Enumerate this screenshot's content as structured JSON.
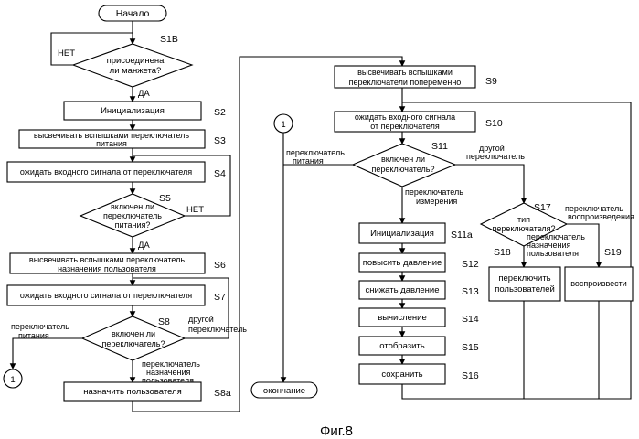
{
  "start": "Начало",
  "end": "окончание",
  "connector": "1",
  "caption": "Фиг.8",
  "yes": "ДА",
  "no": "НЕТ",
  "steps": {
    "s1b": {
      "id": "S1B",
      "text": [
        "присоединена",
        "ли манжета?"
      ]
    },
    "s2": {
      "id": "S2",
      "text": "Инициализация"
    },
    "s3": {
      "id": "S3",
      "text": [
        "высвечивать вспышками переключатель",
        "питания"
      ]
    },
    "s4": {
      "id": "S4",
      "text": "ожидать входного сигнала от переключателя"
    },
    "s5": {
      "id": "S5",
      "text": [
        "включен ли",
        "переключатель",
        "питания?"
      ]
    },
    "s6": {
      "id": "S6",
      "text": [
        "высвечивать вспышками переключатель",
        "назначения пользователя"
      ]
    },
    "s7": {
      "id": "S7",
      "text": "ожидать входного сигнала от переключателя"
    },
    "s8": {
      "id": "S8",
      "text": [
        "включен ли",
        "переключатель?"
      ]
    },
    "s8a": {
      "id": "S8a",
      "text": "назначить пользователя"
    },
    "s9": {
      "id": "S9",
      "text": [
        "высвечивать вспышками",
        "переключатели попеременно"
      ]
    },
    "s10": {
      "id": "S10",
      "text": [
        "ожидать входного сигнала",
        "от переключателя"
      ]
    },
    "s11": {
      "id": "S11",
      "text": [
        "включен ли",
        "переключатель?"
      ]
    },
    "s11a": {
      "id": "S11a",
      "text": "Инициализация"
    },
    "s12": {
      "id": "S12",
      "text": "повысить давление"
    },
    "s13": {
      "id": "S13",
      "text": "снижать давление"
    },
    "s14": {
      "id": "S14",
      "text": "вычисление"
    },
    "s15": {
      "id": "S15",
      "text": "отобразить"
    },
    "s16": {
      "id": "S16",
      "text": "сохранить"
    },
    "s17": {
      "id": "S17",
      "text": [
        "тип",
        "переключателя?"
      ]
    },
    "s18": {
      "id": "S18",
      "text": [
        "переключить",
        "пользователей"
      ]
    },
    "s19": {
      "id": "S19",
      "text": "воспроизвести"
    }
  },
  "branches": {
    "power_switch": [
      "переключатель",
      "питания"
    ],
    "other_switch": [
      "другой",
      "переключатель"
    ],
    "user_assign_switch": [
      "переключатель",
      "назначения",
      "пользователя"
    ],
    "measure_switch": [
      "переключатель",
      "измерения"
    ],
    "playback_switch": [
      "переключатель",
      "воспроизведения"
    ]
  }
}
